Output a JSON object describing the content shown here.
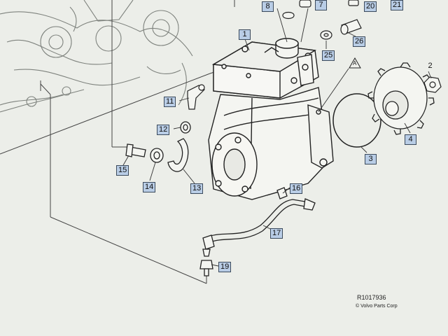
{
  "callouts": {
    "c1": "1",
    "c2": "2",
    "c3": "3",
    "c4": "4",
    "c7": "7",
    "c8": "8",
    "c11": "11",
    "c12": "12",
    "c13": "13",
    "c14": "14",
    "c15": "15",
    "c16": "16",
    "c17": "17",
    "c19": "19",
    "c20": "20",
    "c21": "21",
    "c25": "25",
    "c26": "26",
    "cA": "A"
  },
  "reference": {
    "drawing_id": "R1017936",
    "copyright": "© Volvo Parts Corp"
  }
}
